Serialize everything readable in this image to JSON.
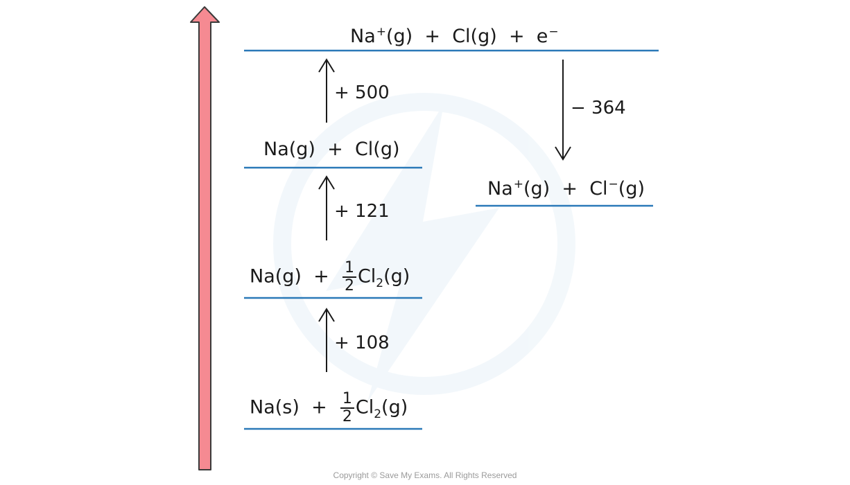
{
  "colors": {
    "level_line": "#2a79b8",
    "main_arrow_fill": "#f58a92",
    "main_arrow_stroke": "#3a3a3a",
    "ink": "#1a1a1a",
    "watermark": "#e9f2f8"
  },
  "levels": {
    "top": {
      "a": "Na",
      "a_charge": "+",
      "a_state": "(g)",
      "op1": "+",
      "b": "Cl",
      "b_state": "(g)",
      "op2": "+",
      "c": "e",
      "c_charge": "−"
    },
    "right": {
      "a": "Na",
      "a_charge": "+",
      "a_state": "(g)",
      "op": "+",
      "b": "Cl",
      "b_charge": "−",
      "b_state": "(g)"
    },
    "atoms": {
      "a": "Na",
      "a_state": "(g)",
      "op": "+",
      "b": "Cl",
      "b_state": "(g)"
    },
    "half_gas": {
      "a": "Na",
      "a_state": "(g)",
      "op": "+",
      "num": "1",
      "den": "2",
      "b": "Cl",
      "b_sub": "2",
      "b_state": "(g)"
    },
    "standard": {
      "a": "Na",
      "a_state": "(s)",
      "op": "+",
      "num": "1",
      "den": "2",
      "b": "Cl",
      "b_sub": "2",
      "b_state": "(g)"
    }
  },
  "energies": {
    "ionisation": "+ 500",
    "atomisation_cl": "+ 121",
    "atomisation_na": "+ 108",
    "electron_affinity": "− 364"
  },
  "footer": {
    "copyright": "Copyright © Save My Exams. All Rights Reserved"
  }
}
